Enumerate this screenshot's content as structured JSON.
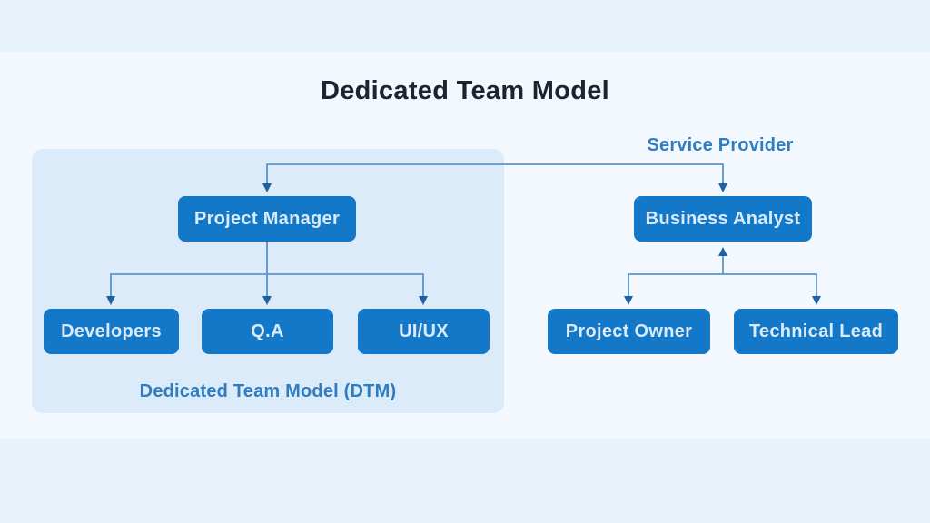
{
  "title": "Dedicated Team Model",
  "labels": {
    "service_provider": "Service Provider",
    "dtm_caption": "Dedicated Team Model (DTM)"
  },
  "nodes": {
    "project_manager": "Project Manager",
    "business_analyst": "Business Analyst",
    "developers": "Developers",
    "qa": "Q.A",
    "uiux": "UI/UX",
    "project_owner": "Project Owner",
    "technical_lead": "Technical Lead"
  },
  "colors": {
    "node_fill": "#1478c8",
    "node_text": "#d9ebfa",
    "accent_label": "#2e7cc2",
    "line": "#5e94c8",
    "arrowhead": "#1f61a2",
    "panel_fill": "#dcebfa",
    "canvas": "#f2f8fd",
    "band": "#e8f2fb",
    "title_text": "#1d2430"
  }
}
